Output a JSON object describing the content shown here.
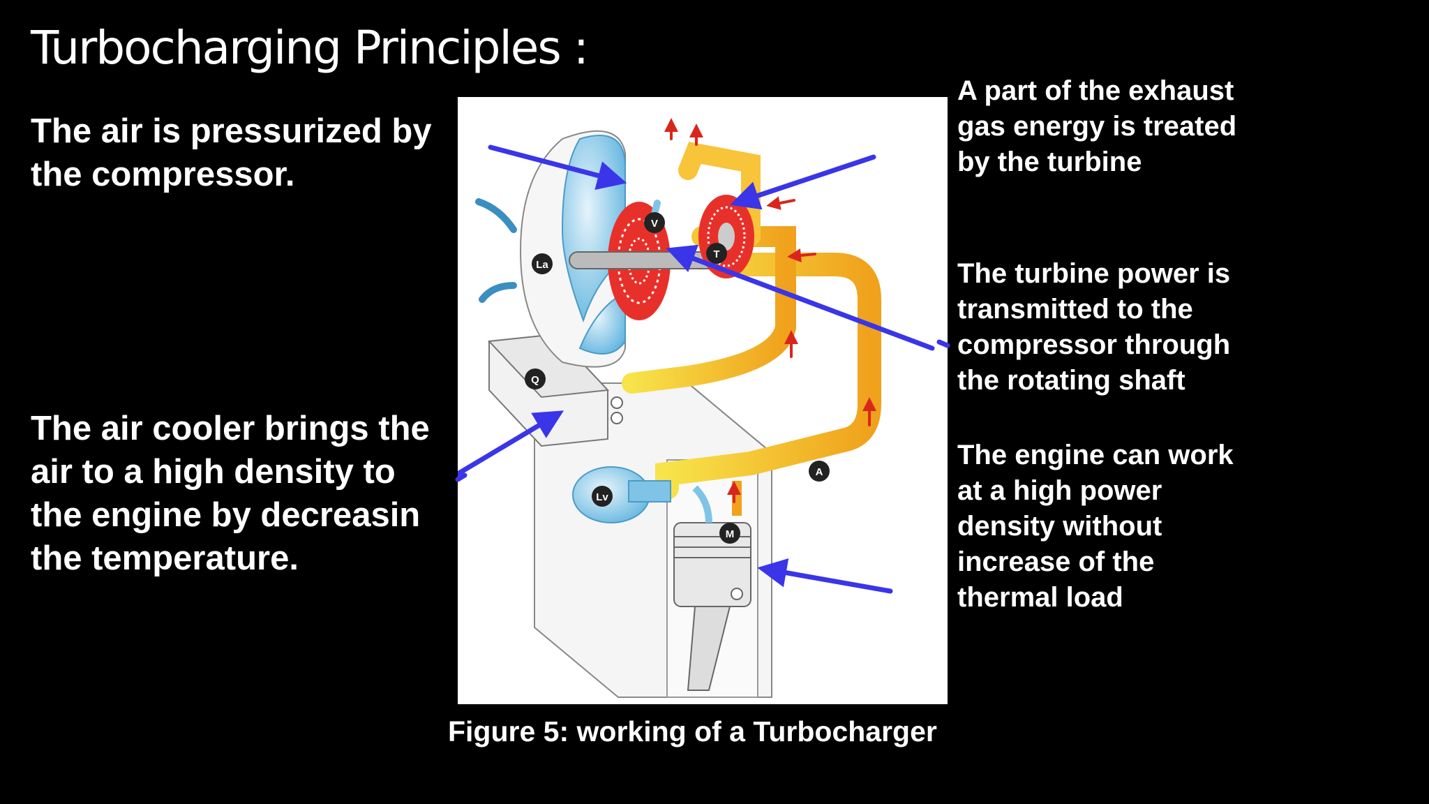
{
  "slide": {
    "title": "Turbocharging Principles :",
    "left_texts": {
      "compressor": "The air is  pressurized by\nthe  compressor.",
      "air_cooler": "The air cooler  brings the\nair to a  high density to\nthe  engine by  decreasin\nthe  temperature."
    },
    "right_texts": {
      "turbine": "A part of the  exhaust\ngas  energy is treated\nby the turbine",
      "shaft": "The turbine power  is\ntransmitted to  the\ncompressor  through\nthe  rotating shaft",
      "engine": "The engine can  work\nat a high  power\ndensity  without\nincrease  of the\nthermal  load"
    },
    "figure": {
      "caption": "Figure 5: working of a Turbocharger",
      "labels": {
        "la": "La",
        "v": "V",
        "t": "T",
        "q": "Q",
        "lv": "Lv",
        "m": "M",
        "a": "A"
      }
    }
  }
}
